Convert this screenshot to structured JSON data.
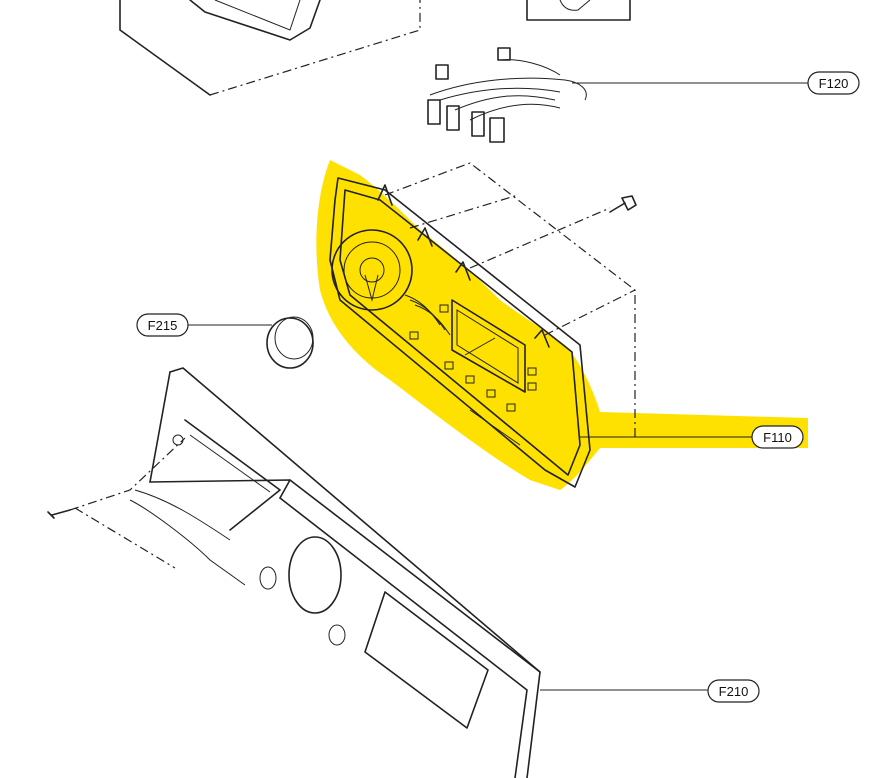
{
  "diagram": {
    "highlight_color": "#ffe100",
    "callouts": [
      {
        "id": "F120",
        "label": "F120"
      },
      {
        "id": "F215",
        "label": "F215"
      },
      {
        "id": "F110",
        "label": "F110"
      },
      {
        "id": "F210",
        "label": "F210"
      }
    ]
  }
}
